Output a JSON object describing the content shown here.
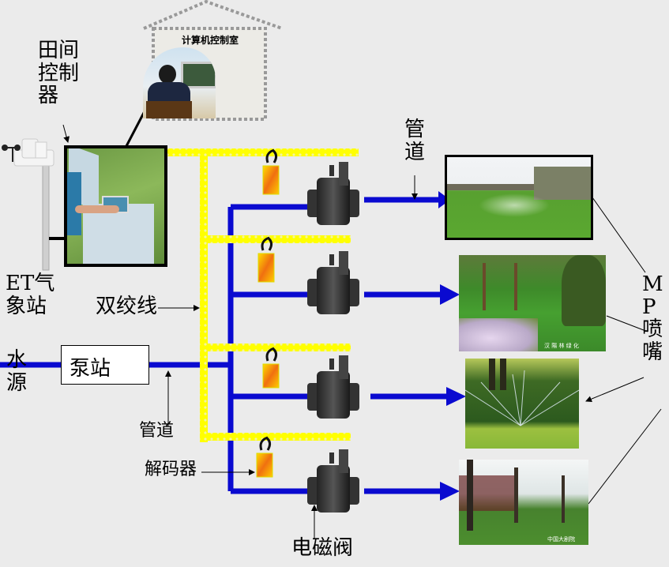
{
  "colors": {
    "background": "#ebebeb",
    "pipe": "#0a0ad0",
    "twisted_wire": "#ffff00",
    "decoder_fill": "#f08010",
    "text": "#000000"
  },
  "control_room": {
    "title": "计算机控制室",
    "icon": "computer-operator-photo"
  },
  "labels": {
    "field_controller": "田间控制器",
    "et_weather_station": "ET气象站",
    "twisted_pair": "双绞线",
    "water_source": "水源",
    "pump_station": "泵站",
    "pipe_lower": "管道",
    "pipe_upper": "管道",
    "decoder": "解码器",
    "solenoid_valve": "电磁阀",
    "mp_nozzle": "MP喷嘴"
  },
  "icons": {
    "weather_station": "weather-station-icon",
    "controller": "field-controller-photo",
    "valve": "solenoid-valve-icon",
    "decoder": "decoder-icon"
  },
  "zones": [
    {
      "name": "zone-1",
      "photo": "lawn-sprinklers-building"
    },
    {
      "name": "zone-2",
      "photo": "trees-flowers-sprinkler",
      "caption": "汉 陽 林 绿 化"
    },
    {
      "name": "zone-3",
      "photo": "fan-spray-sprinkler"
    },
    {
      "name": "zone-4",
      "photo": "park-trees-sprinkler",
      "caption": "中国大剧院"
    }
  ]
}
